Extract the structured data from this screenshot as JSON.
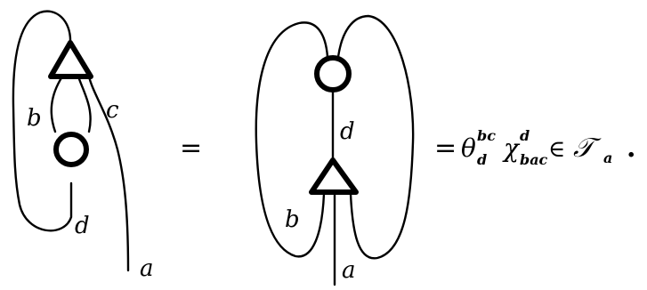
{
  "left_diagram": {
    "labels": {
      "b": "b",
      "c": "c",
      "d": "d",
      "a": "a"
    }
  },
  "middle_diagram": {
    "labels": {
      "d": "d",
      "b": "b",
      "a": "a"
    }
  },
  "equation": {
    "equals_1": "=",
    "equals_2": "=",
    "theta": "θ",
    "theta_sup": "bc",
    "theta_sub": "d",
    "chi": "χ",
    "chi_sup": "d",
    "chi_sub": "bac",
    "element_of": "∈",
    "space_symbol": "𝒯",
    "space_sub": "a",
    "end_period": "."
  }
}
